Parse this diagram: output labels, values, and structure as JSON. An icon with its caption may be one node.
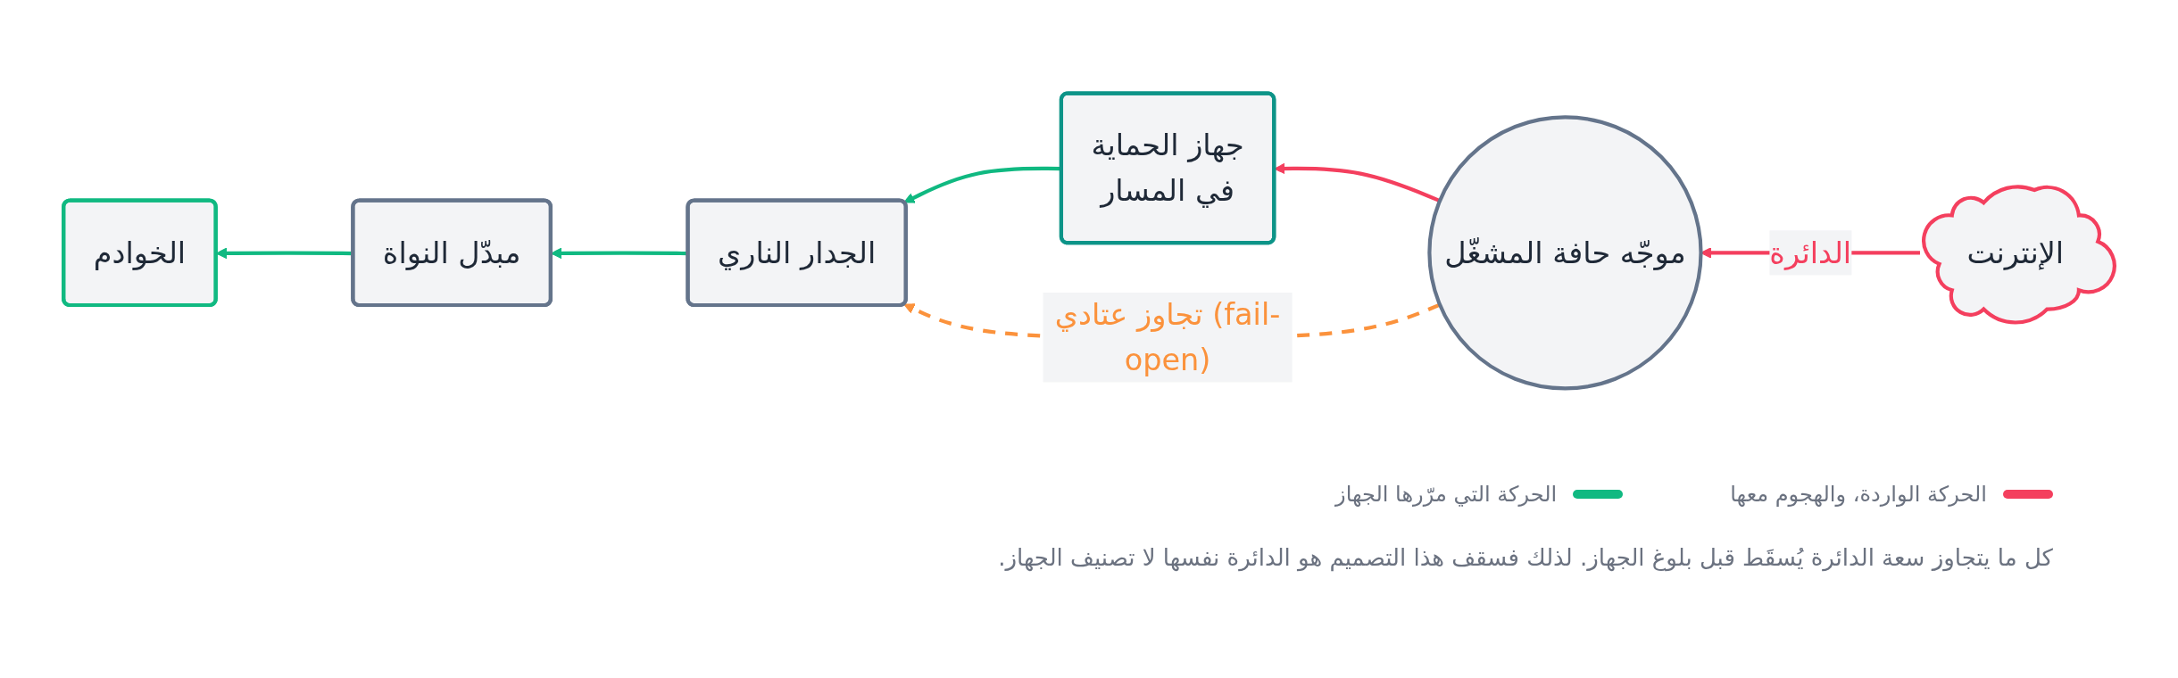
{
  "diagram": {
    "caption": "كل ما يتجاوز سعة الدائرة يُسقَط قبل بلوغ الجهاز. لذلك فسقف هذا التصميم هو الدائرة نفسها لا تصنيف الجهاز.",
    "nodes": [
      {
        "text": [
          "الإنترنت"
        ]
      },
      {
        "text": [
          "موجّه حافة المشغّل"
        ]
      },
      {
        "text": [
          "جهاز الحماية",
          "في المسار"
        ]
      },
      {
        "text": [
          "الجدار الناري"
        ]
      },
      {
        "text": [
          "مبدّل النواة"
        ]
      },
      {
        "text": [
          "الخوادم"
        ]
      }
    ],
    "edges": [
      {
        "from": 0,
        "to": 1,
        "arrow": "to",
        "label": "الدائرة",
        "color": "#f43f5e"
      },
      {
        "from": 1,
        "to": 2,
        "arrow": "to",
        "color": "#f43f5e"
      },
      {
        "from": 2,
        "to": 3,
        "arrow": "to"
      },
      {
        "from": 3,
        "to": 4,
        "arrow": "to"
      },
      {
        "from": 4,
        "to": 5,
        "arrow": "to"
      },
      {
        "from": 1,
        "to": 3,
        "arrow": "to",
        "label": "تجاوز عتادي (fail-open)",
        "style": "dashed",
        "color": "#fb923c"
      }
    ],
    "legend": [
      {
        "text": "الحركة الواردة، والهجوم معها",
        "color": "#f43f5e"
      },
      {
        "text": "الحركة التي مرّرها الجهاز",
        "color": "#10b981"
      }
    ]
  }
}
